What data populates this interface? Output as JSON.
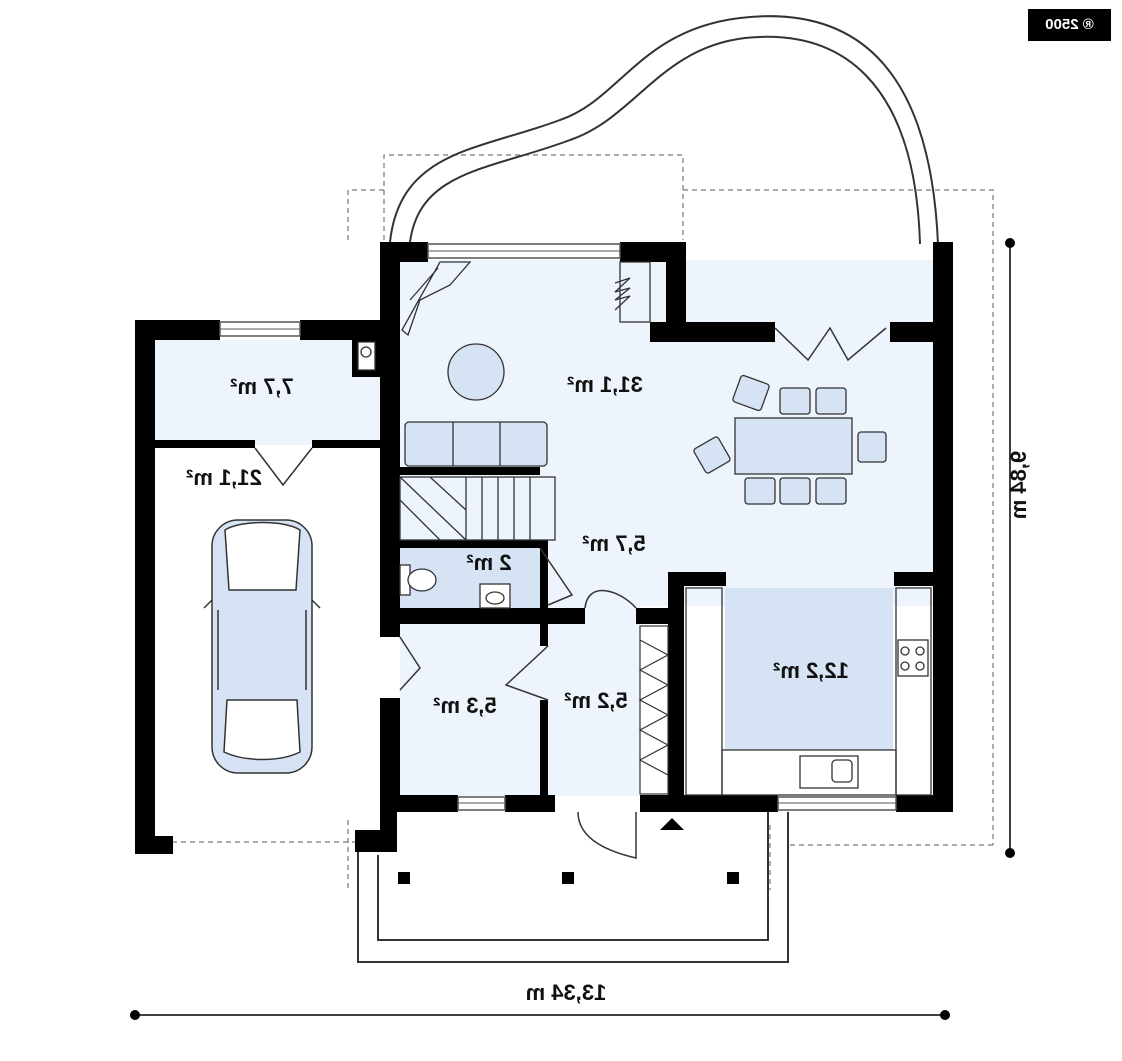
{
  "badge_text": "® 2500",
  "rooms": {
    "living": "31,1 m²",
    "utility": "7,7 m²",
    "garage": "21,1 m²",
    "hall": "5,7 m²",
    "wc": "2 m²",
    "kitchen": "12,2 m²",
    "room_left": "5,3 m²",
    "entrance": "5,2 m²"
  },
  "dimensions": {
    "width": "13,34 m",
    "depth": "9,84 m"
  },
  "colors": {
    "wall": "#000000",
    "floor": "#eef4fb",
    "furniture": "#d5e3f5",
    "outline": "#333333"
  }
}
